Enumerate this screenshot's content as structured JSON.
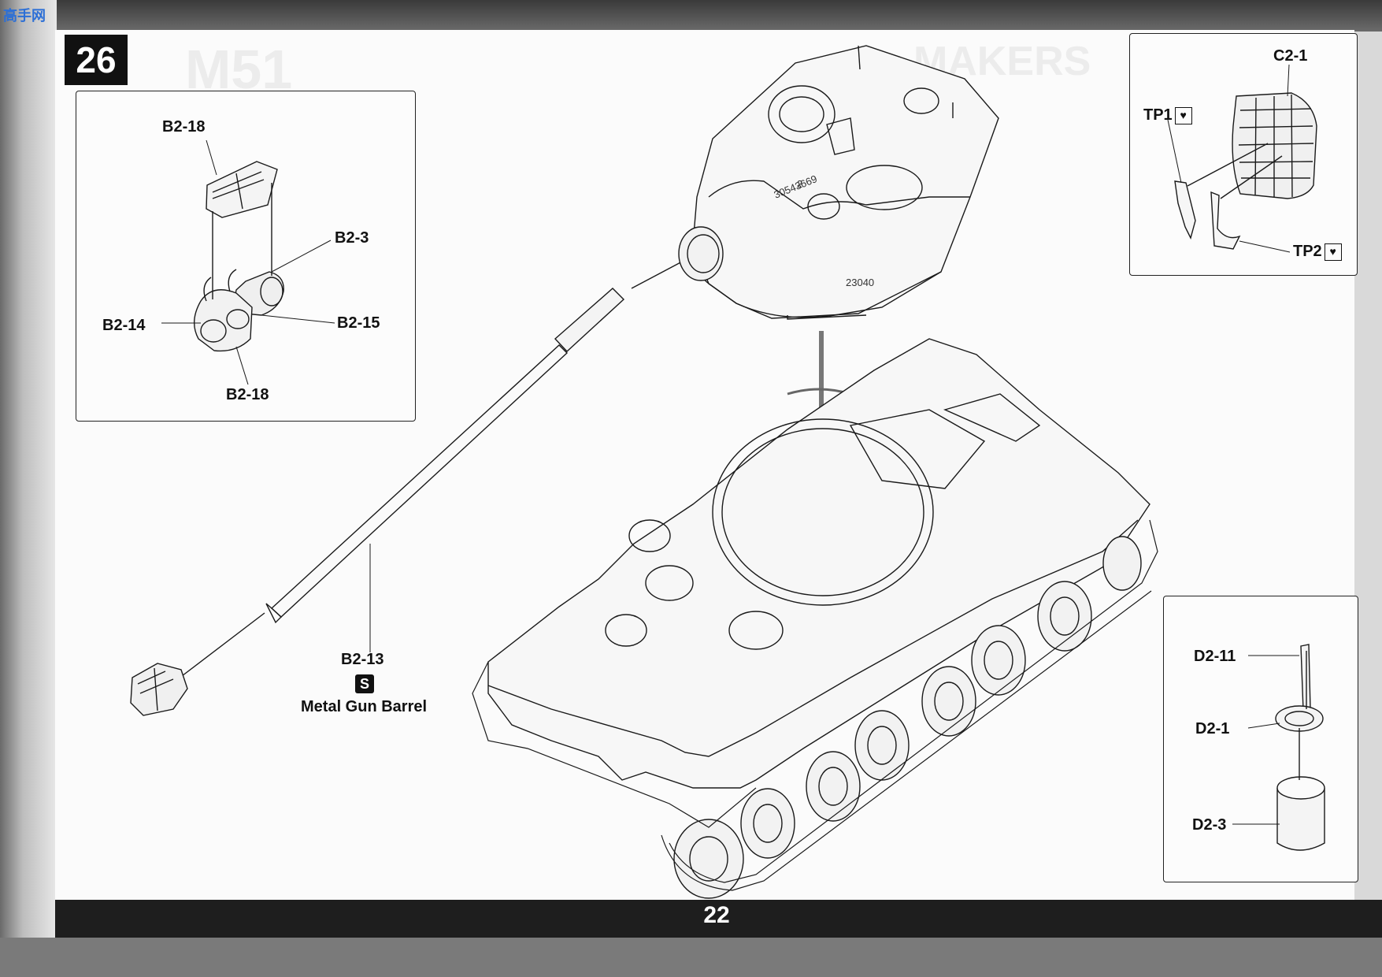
{
  "page": {
    "number": "22",
    "step": "26"
  },
  "watermark": {
    "site": "高手网"
  },
  "insets": {
    "track_guard": {
      "labels": [
        "B2-18",
        "B2-3",
        "B2-14",
        "B2-15",
        "B2-18"
      ]
    },
    "tow_cable": {
      "labels": [
        "C2-1",
        "TP1",
        "TP2"
      ]
    },
    "fuel_can": {
      "labels": [
        "D2-11",
        "D2-1",
        "D2-3"
      ]
    }
  },
  "barrel": {
    "part": "B2-13",
    "note": "Metal Gun Barrel",
    "badge_symbol": "S"
  },
  "turret": {
    "marking": "23040",
    "serial": "30543669",
    "hatch_no": "2"
  }
}
